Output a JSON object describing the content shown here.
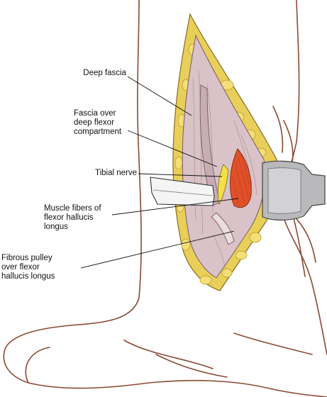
{
  "labels": {
    "deep_fascia": "Deep fascia",
    "fascia_over_compartment": "Fascia over\ndeep flexor\ncompartment",
    "tibial_nerve": "Tibial nerve",
    "muscle_fibers": "Muscle fibers of\nflexor hallucis\nlongus",
    "fibrous_pulley": "Fibrous pulley\nover flexor\nhallucis longus"
  },
  "colors": {
    "skin_outline": "#8a4a32",
    "fat": "#e8cf5a",
    "fascia": "#d9c2c8",
    "muscle": "#e0512a",
    "nerve": "#f1e04a",
    "retractor": "#b9b9bb",
    "leader": "#111111"
  }
}
